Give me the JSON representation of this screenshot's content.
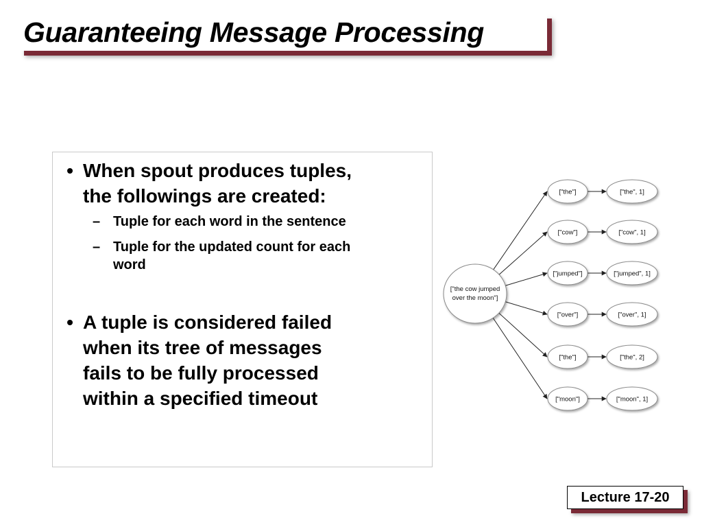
{
  "slide": {
    "title": "Guaranteeing Message Processing",
    "footer": "Lecture 17-20"
  },
  "bullets": [
    {
      "text_lines": [
        "When spout produces tuples,",
        "the followings are created:"
      ],
      "subs": [
        {
          "text_lines": [
            "Tuple for each word in the sentence"
          ]
        },
        {
          "text_lines": [
            "Tuple for the updated count for each",
            "word"
          ]
        }
      ]
    },
    {
      "text_lines": [
        "A tuple is considered failed",
        "when its tree of messages",
        "fails to be fully processed",
        "within a specified timeout"
      ],
      "subs": []
    }
  ],
  "markers": {
    "bullet": "•",
    "sub": "–"
  },
  "diagram": {
    "root": {
      "lines": [
        "[\"the cow jumped",
        "over the moon\"]"
      ]
    },
    "words": [
      "[\"the\"]",
      "[\"cow\"]",
      "[\"jumped\"]",
      "[\"over\"]",
      "[\"the\"]",
      "[\"moon\"]"
    ],
    "counts": [
      "[\"the\", 1]",
      "[\"cow\", 1]",
      "[\"jumped\", 1]",
      "[\"over\", 1]",
      "[\"the\", 2]",
      "[\"moon\", 1]"
    ]
  },
  "colors": {
    "accent_shadow": "#7a2a36",
    "node_fill": "#ffffff",
    "node_stroke": "#888888"
  }
}
